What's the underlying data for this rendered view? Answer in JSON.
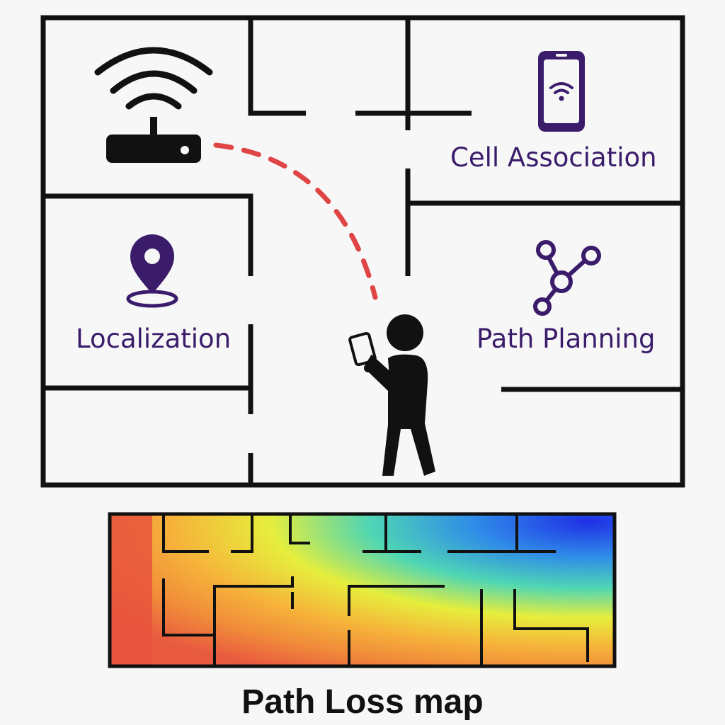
{
  "labels": {
    "cell_association": "Cell Association",
    "localization": "Localization",
    "path_planning": "Path Planning"
  },
  "caption": "Path Loss map",
  "colors": {
    "wall": "#111111",
    "label": "#3a1c6b",
    "signal_path": "#e04545",
    "icon_purple": "#3a1c6b",
    "heatmap_gradient": [
      "#e8533d",
      "#f9a03a",
      "#f5e83a",
      "#3ad0c0",
      "#2a3ee0"
    ]
  },
  "icons": [
    "wifi-router-icon",
    "smartphone-wifi-icon",
    "location-pin-icon",
    "network-graph-icon",
    "person-with-phone-icon"
  ]
}
